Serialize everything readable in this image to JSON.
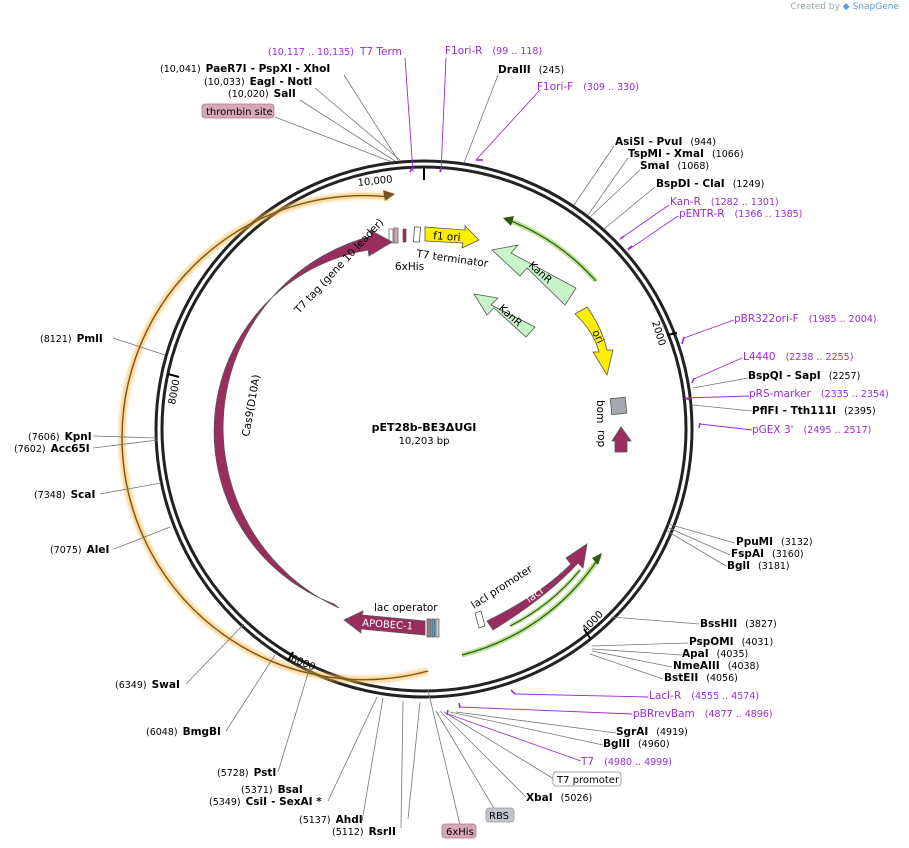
{
  "credit": {
    "prefix": "Created by",
    "brand": "SnapGene"
  },
  "plasmid": {
    "name": "pET28b-BE3ΔUGI",
    "length": "10,203 bp"
  },
  "ticks": [
    "10,000",
    "2000",
    "4000",
    "6000",
    "8000"
  ],
  "sites": [
    {
      "pos": "(10,041)",
      "name": "PaeR7I",
      "extra": "- PspXI  - XhoI"
    },
    {
      "pos": "(10,033)",
      "name": "EagI",
      "extra": "- NotI"
    },
    {
      "pos": "(10,020)",
      "name": "SalI",
      "extra": ""
    },
    {
      "name": "DraIII",
      "pos": "(245)"
    },
    {
      "name": "AsiSI",
      "extra": "- PvuI",
      "pos": "(944)"
    },
    {
      "name": "TspMI",
      "extra": "- XmaI",
      "pos": "(1066)"
    },
    {
      "name": "SmaI",
      "pos": "(1068)"
    },
    {
      "name": "BspDI",
      "extra": "- ClaI",
      "pos": "(1249)"
    },
    {
      "name": "BspQI",
      "extra": "- SapI",
      "pos": "(2257)"
    },
    {
      "name": "PflFI",
      "extra": "- Tth111I",
      "pos": "(2395)"
    },
    {
      "name": "PpuMI",
      "pos": "(3132)"
    },
    {
      "name": "FspAI",
      "pos": "(3160)"
    },
    {
      "name": "BglI",
      "pos": "(3181)"
    },
    {
      "name": "BssHII",
      "pos": "(3827)"
    },
    {
      "name": "PspOMI",
      "pos": "(4031)"
    },
    {
      "name": "ApaI",
      "pos": "(4035)"
    },
    {
      "name": "NmeAIII",
      "pos": "(4038)"
    },
    {
      "name": "BstEII",
      "pos": "(4056)"
    },
    {
      "name": "SgrAI",
      "pos": "(4919)"
    },
    {
      "name": "BglII",
      "pos": "(4960)"
    },
    {
      "name": "XbaI",
      "pos": "(5026)"
    },
    {
      "pos": "(8121)",
      "name": "PmlI"
    },
    {
      "pos": "(7606)",
      "name": "KpnI"
    },
    {
      "pos": "(7602)",
      "name": "Acc65I"
    },
    {
      "pos": "(7348)",
      "name": "ScaI"
    },
    {
      "pos": "(7075)",
      "name": "AleI"
    },
    {
      "pos": "(6349)",
      "name": "SwaI"
    },
    {
      "pos": "(6048)",
      "name": "BmgBI"
    },
    {
      "pos": "(5728)",
      "name": "PstI"
    },
    {
      "pos": "(5371)",
      "name": "BsaI"
    },
    {
      "pos": "(5349)",
      "name": "CsiI",
      "extra": "- SexAI *"
    },
    {
      "pos": "(5137)",
      "name": "AhdI"
    },
    {
      "pos": "(5112)",
      "name": "RsrII"
    }
  ],
  "primers": [
    {
      "name": "T7 Term",
      "pos": "(10,117 .. 10,135)"
    },
    {
      "name": "F1ori-R",
      "pos": "(99 .. 118)"
    },
    {
      "name": "F1ori-F",
      "pos": "(309 .. 330)"
    },
    {
      "name": "Kan-R",
      "pos": "(1282 .. 1301)"
    },
    {
      "name": "pENTR-R",
      "pos": "(1366 .. 1385)"
    },
    {
      "name": "pBR322ori-F",
      "pos": "(1985 .. 2004)"
    },
    {
      "name": "L4440",
      "pos": "(2238 .. 2255)"
    },
    {
      "name": "pRS-marker",
      "pos": "(2335 .. 2354)"
    },
    {
      "name": "pGEX 3'",
      "pos": "(2495 .. 2517)"
    },
    {
      "name": "LacI-R",
      "pos": "(4555 .. 4574)"
    },
    {
      "name": "pBRrevBam",
      "pos": "(4877 .. 4896)"
    },
    {
      "name": "T7",
      "pos": "(4980 .. 4999)"
    }
  ],
  "boxes": {
    "thrombin": "thrombin site",
    "t7promoter": "T7 promoter",
    "rbs": "RBS",
    "his6": "6xHis"
  },
  "features": {
    "f1ori": "f1 ori",
    "t7term": "T7 terminator",
    "his6": "6xHis",
    "t7tag": "T7 tag (gene 10 leader)",
    "kanr1": "KanR",
    "kanr2": "KanR",
    "ori": "ori",
    "bom": "bom",
    "rop": "rop",
    "cas9": "Cas9(D10A)",
    "apobec": "APOBEC-1",
    "lacop": "lac operator",
    "lacprom": "lacI promoter",
    "laci": "lacI"
  },
  "colors": {
    "cds": "#9b2d5e",
    "kanr": "#c8f5c8",
    "ori": "#ffee00",
    "primer": "#9a2bd8",
    "orange_arc": "#f5b642",
    "green_arc": "#7ec83a",
    "box_thrombin": "#d7a8b8",
    "box_rbs": "#c2c4cc"
  }
}
